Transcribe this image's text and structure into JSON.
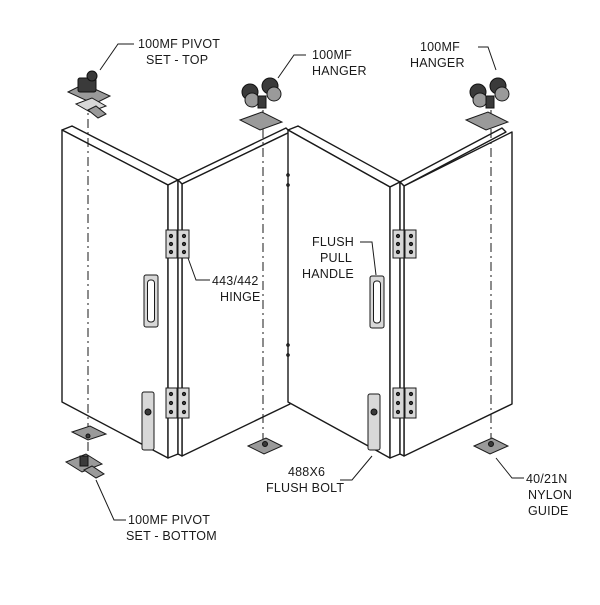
{
  "labels": {
    "pivot_top_line1": "100MF PIVOT",
    "pivot_top_line2": "SET - TOP",
    "hanger1_line1": "100MF",
    "hanger1_line2": "HANGER",
    "hanger2_line1": "100MF",
    "hanger2_line2": "HANGER",
    "hinge_line1": "443/442",
    "hinge_line2": "HINGE",
    "pull_line1": "FLUSH",
    "pull_line2": "PULL",
    "pull_line3": "HANDLE",
    "bolt_line1": "488X6",
    "bolt_line2": "FLUSH BOLT",
    "guide_line1": "40/21N",
    "guide_line2": "NYLON",
    "guide_line3": "GUIDE",
    "pivot_bottom_line1": "100MF PIVOT",
    "pivot_bottom_line2": "SET - BOTTOM"
  }
}
